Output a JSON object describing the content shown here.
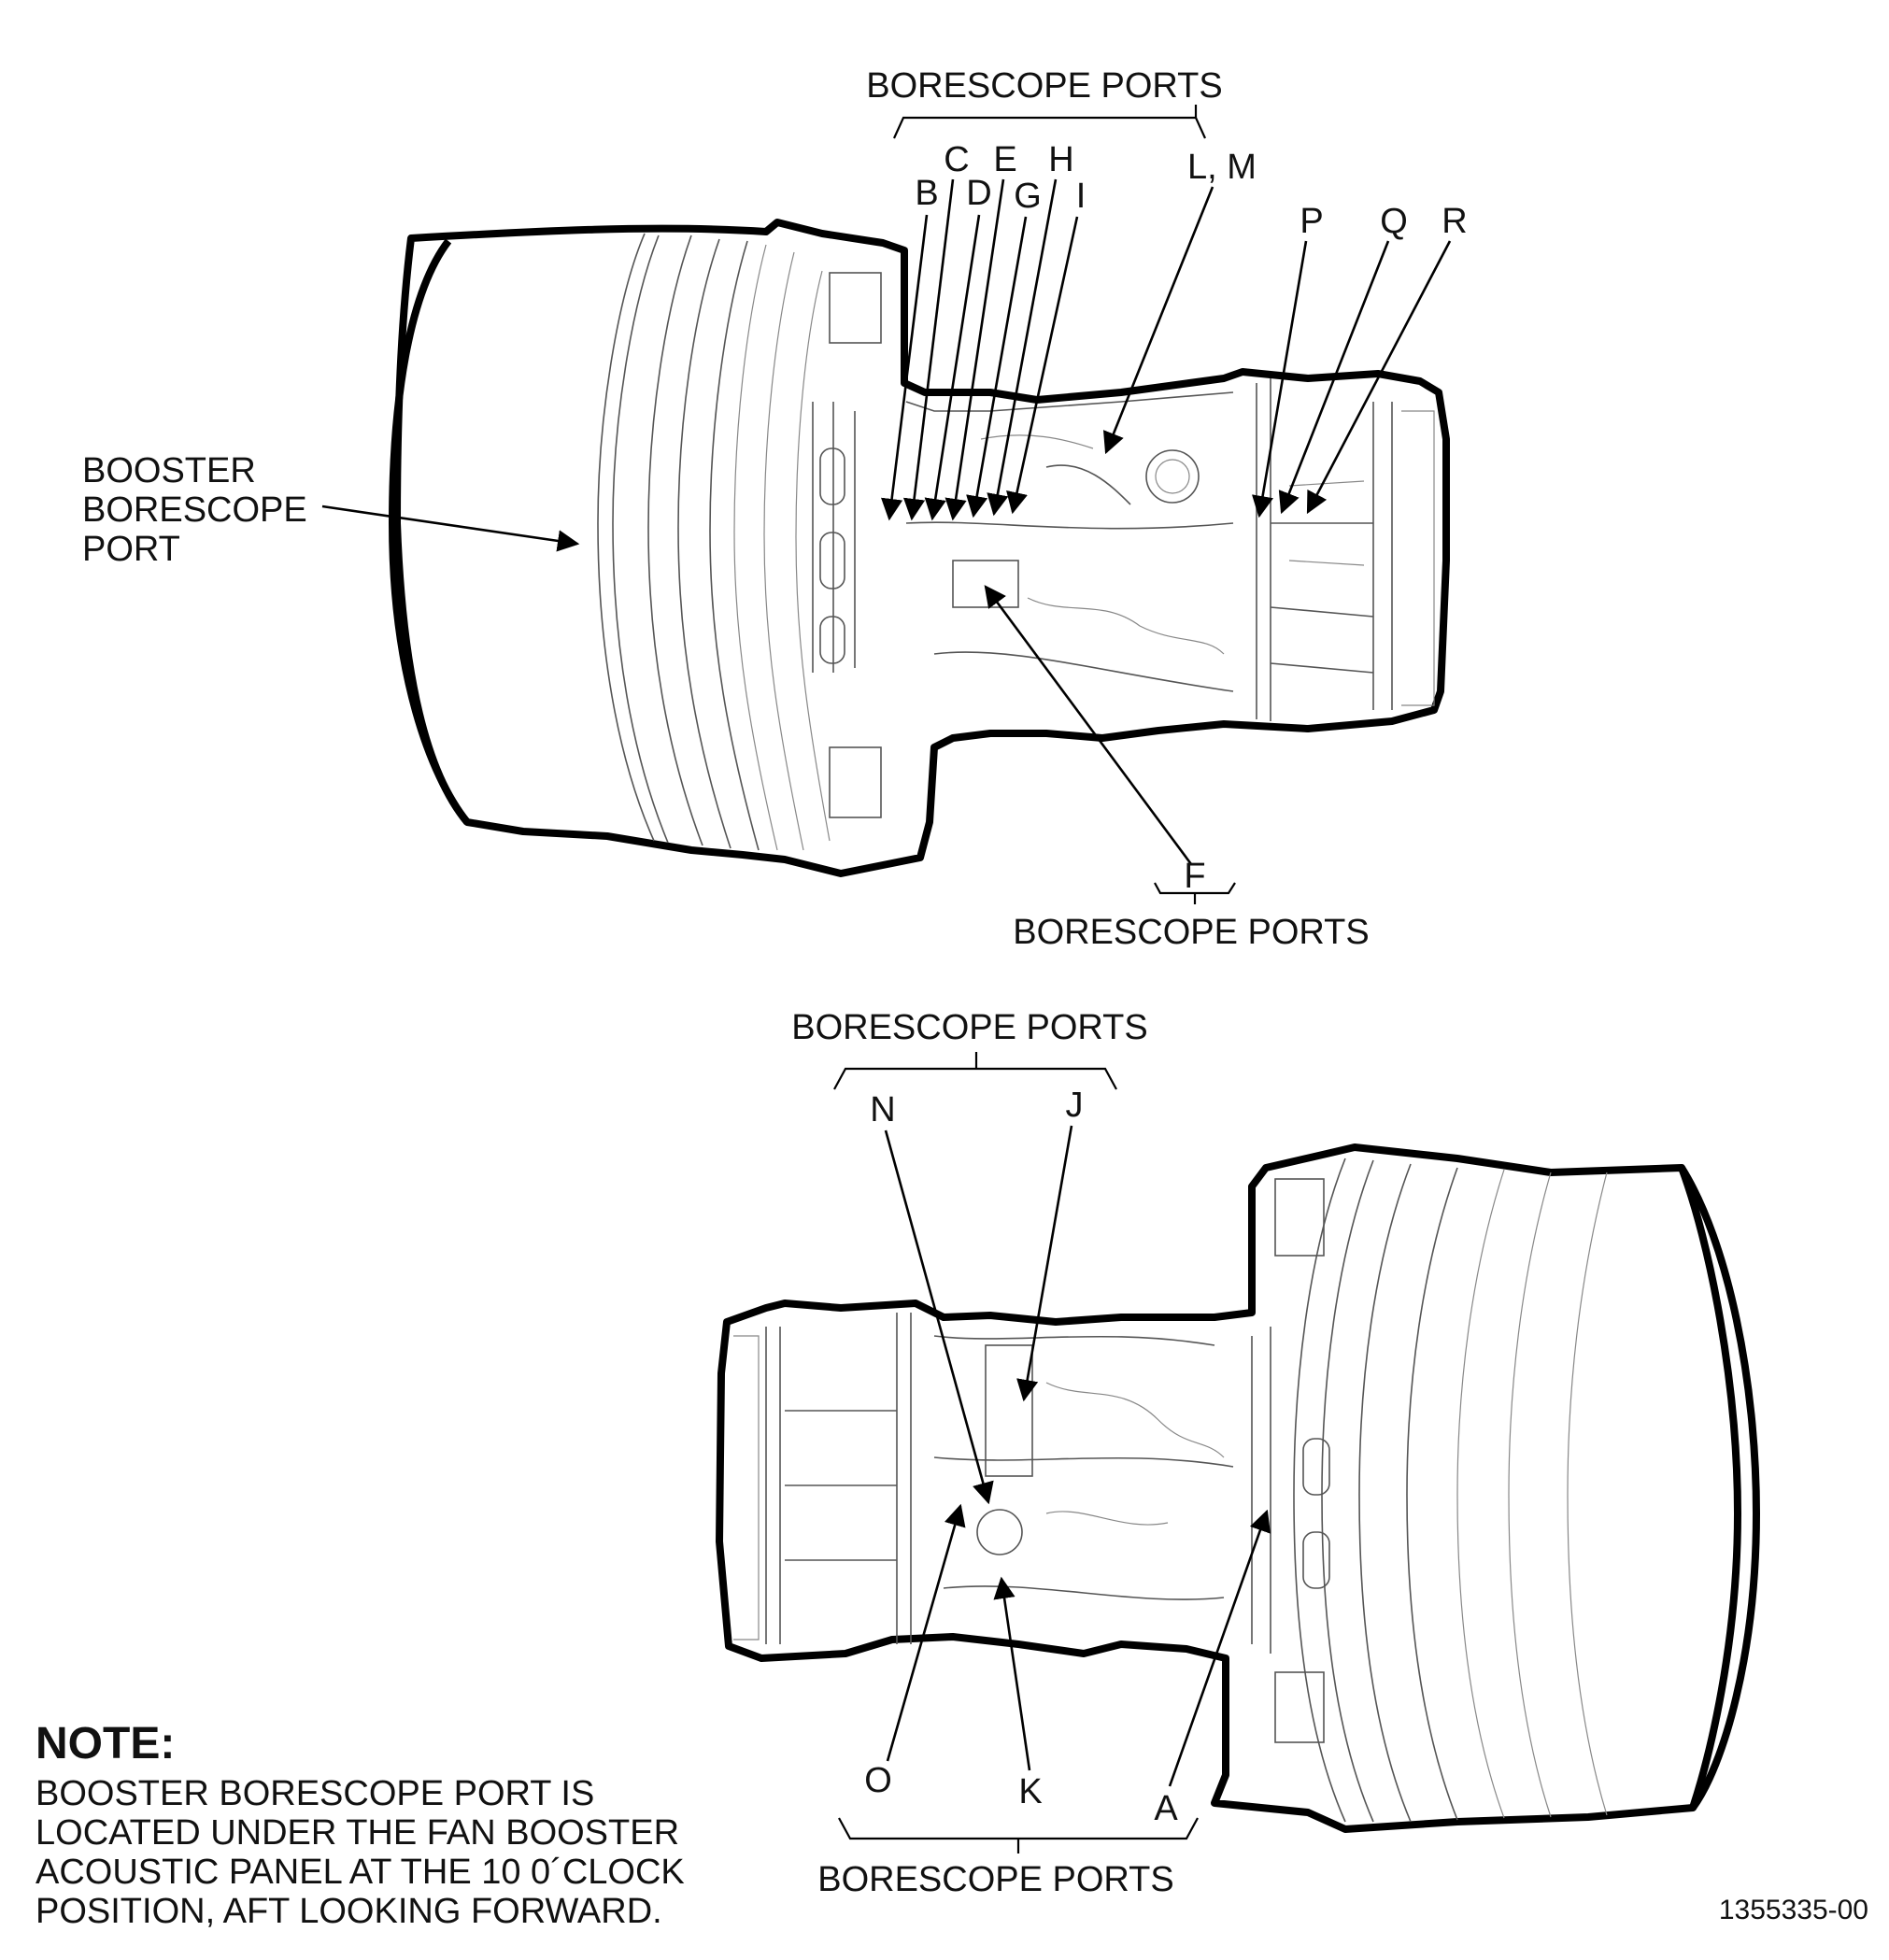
{
  "top_view": {
    "bracket_top_label": "BORESCOPE PORTS",
    "bracket_bottom_label": "BORESCOPE PORTS",
    "booster_label_lines": [
      "BOOSTER",
      "BORESCOPE",
      "PORT"
    ],
    "port_letters": [
      "B",
      "C",
      "D",
      "E",
      "G",
      "H",
      "I",
      "L, M",
      "P",
      "Q",
      "R",
      "F"
    ]
  },
  "bottom_view": {
    "bracket_top_label": "BORESCOPE PORTS",
    "bracket_bottom_label": "BORESCOPE PORTS",
    "port_letters": [
      "N",
      "J",
      "O",
      "K",
      "A"
    ]
  },
  "note": {
    "title": "NOTE:",
    "lines": [
      "BOOSTER BORESCOPE PORT IS",
      "LOCATED UNDER THE FAN BOOSTER",
      "ACOUSTIC PANEL AT THE 10 0´CLOCK",
      "POSITION, AFT LOOKING FORWARD."
    ]
  },
  "figure_id": "1355335-00"
}
